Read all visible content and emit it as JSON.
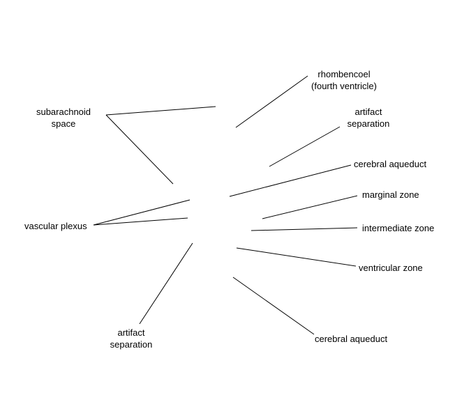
{
  "labels": {
    "subarachnoid_space": [
      "subarachnoid",
      "space"
    ],
    "rhombencoel": [
      "rhombencoel",
      "(fourth ventricle)"
    ],
    "artifact_separation_top": [
      "artifact",
      "separation"
    ],
    "cerebral_aqueduct_top": [
      "cerebral aqueduct"
    ],
    "marginal_zone": [
      "marginal zone"
    ],
    "vascular_plexus": [
      "vascular plexus"
    ],
    "intermediate_zone": [
      "intermediate zone"
    ],
    "ventricular_zone": [
      "ventricular zone"
    ],
    "artifact_separation_bottom": [
      "artifact",
      "separation"
    ],
    "cerebral_aqueduct_bottom": [
      "cerebral aqueduct"
    ]
  },
  "colors": {
    "line": "#000000",
    "text": "#000000",
    "background": "#ffffff"
  }
}
